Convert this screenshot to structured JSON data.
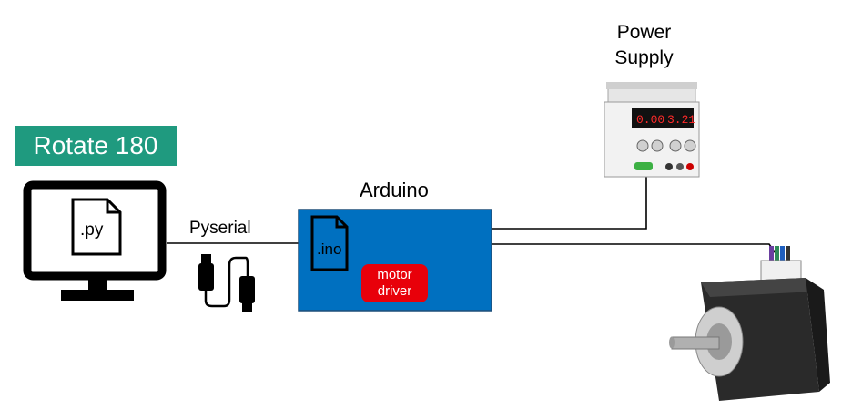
{
  "badge": {
    "label": "Rotate 180",
    "color": "#1f9a7f"
  },
  "computer": {
    "file_label": ".py"
  },
  "cable": {
    "label": "Pyserial"
  },
  "arduino": {
    "title": "Arduino",
    "file_label": ".ino",
    "color": "#0070c0",
    "driver": {
      "label": "motor driver",
      "color": "#e8000a"
    }
  },
  "power_supply": {
    "label": "Power Supply",
    "display_left": "0.00",
    "display_right": "3.21"
  },
  "motor": {
    "icon": "stepper-motor-icon"
  }
}
